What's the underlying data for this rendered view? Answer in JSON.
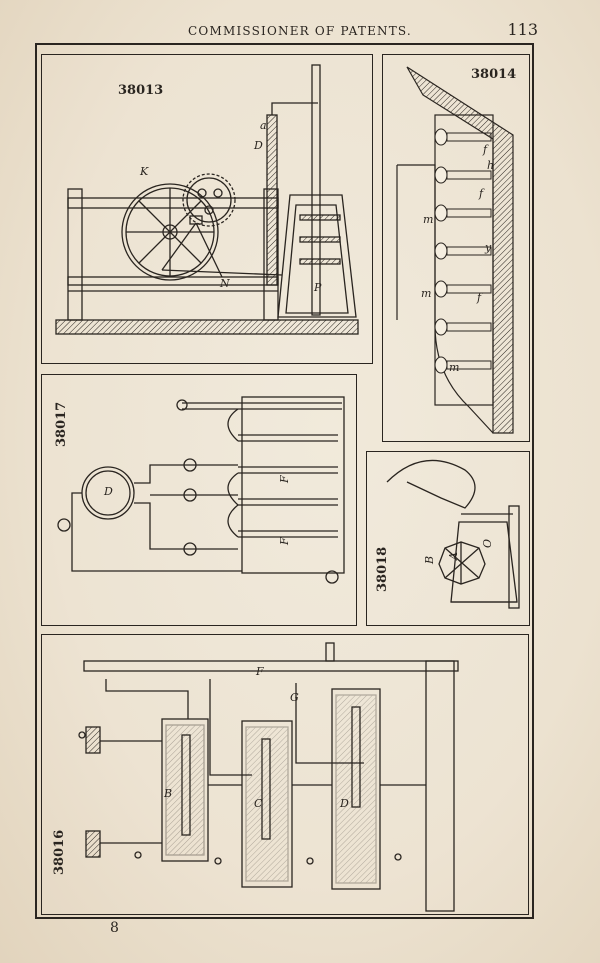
{
  "header": {
    "title": "COMMISSIONER OF PATENTS.",
    "page_number": "113"
  },
  "footer": {
    "signature": "8"
  },
  "figures": [
    {
      "id": "fig-38013",
      "number": "38013",
      "labels": [
        "K",
        "a",
        "D",
        "N",
        "P"
      ]
    },
    {
      "id": "fig-38014",
      "number": "38014",
      "labels": [
        "f",
        "h",
        "f",
        "m",
        "y",
        "f",
        "m",
        "m"
      ]
    },
    {
      "id": "fig-38017",
      "number": "38017",
      "labels": [
        "D",
        "F",
        "F"
      ]
    },
    {
      "id": "fig-38018",
      "number": "38018",
      "labels": [
        "B",
        "A",
        "O"
      ]
    },
    {
      "id": "fig-38016",
      "number": "38016",
      "labels": [
        "F",
        "G",
        "B",
        "C",
        "D"
      ]
    }
  ]
}
